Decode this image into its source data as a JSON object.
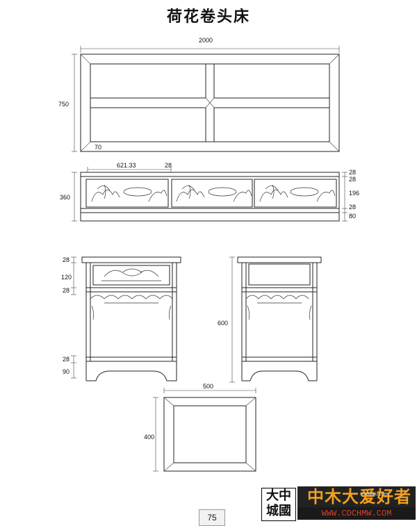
{
  "title": "荷花卷头床",
  "dimensions": {
    "headboard_width": "2000",
    "headboard_height": "750",
    "headboard_frame": "70",
    "front_panel_width": "621.33",
    "front_rail": "28",
    "front_height": "360",
    "front_right_1": "28",
    "front_right_2": "28",
    "front_right_3": "196",
    "front_right_4": "28",
    "front_right_5": "80",
    "stand_top": "28",
    "stand_drawer": "120",
    "stand_rail": "28",
    "stand_height": "600",
    "stand_bottom_rail": "28",
    "stand_foot": "90",
    "top_width": "500",
    "top_depth": "400"
  },
  "page_number": "75",
  "watermark": {
    "chinese": "大中城國",
    "brand": "中木大爱好者",
    "site_small": "zuojiaju.com",
    "url": "WWW.CDCHMW.COM"
  }
}
